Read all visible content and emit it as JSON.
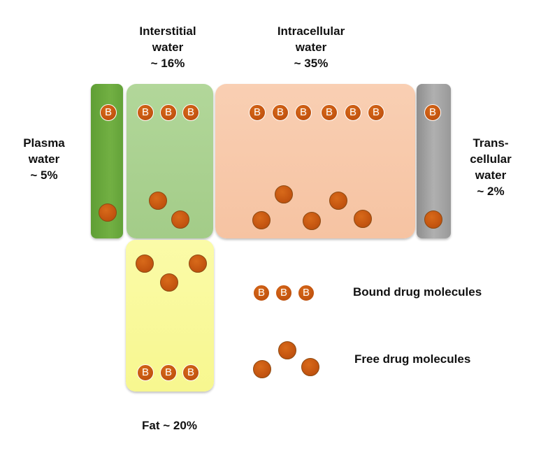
{
  "labels": {
    "interstitial": [
      "Interstitial",
      "water",
      "~ 16%"
    ],
    "intracellular": [
      "Intracellular",
      "water",
      "~ 35%"
    ],
    "plasma": [
      "Plasma",
      "water",
      "~ 5%"
    ],
    "transcellular": [
      "Trans-",
      "cellular",
      "water",
      "~ 2%"
    ],
    "fat": "Fat ~ 20%"
  },
  "legend": {
    "bound": "Bound drug molecules",
    "free": "Free drug molecules"
  },
  "bound_symbol": "B",
  "colors": {
    "plasma": "#6aaa3e",
    "interstitial": "#a9d18e",
    "intracellular": "#f8c9aa",
    "transcellular": "#a6a6a6",
    "fat": "#fafa9e",
    "molecule": "#c55a11"
  },
  "compartments": [
    {
      "name": "Plasma water",
      "percent": 5,
      "bound_molecules": 1,
      "free_molecules": 1
    },
    {
      "name": "Interstitial water",
      "percent": 16,
      "bound_molecules": 3,
      "free_molecules": 2
    },
    {
      "name": "Intracellular water",
      "percent": 35,
      "bound_molecules": 6,
      "free_molecules": 5
    },
    {
      "name": "Trans-cellular water",
      "percent": 2,
      "bound_molecules": 1,
      "free_molecules": 1
    },
    {
      "name": "Fat",
      "percent": 20,
      "bound_molecules": 3,
      "free_molecules": 3
    }
  ]
}
